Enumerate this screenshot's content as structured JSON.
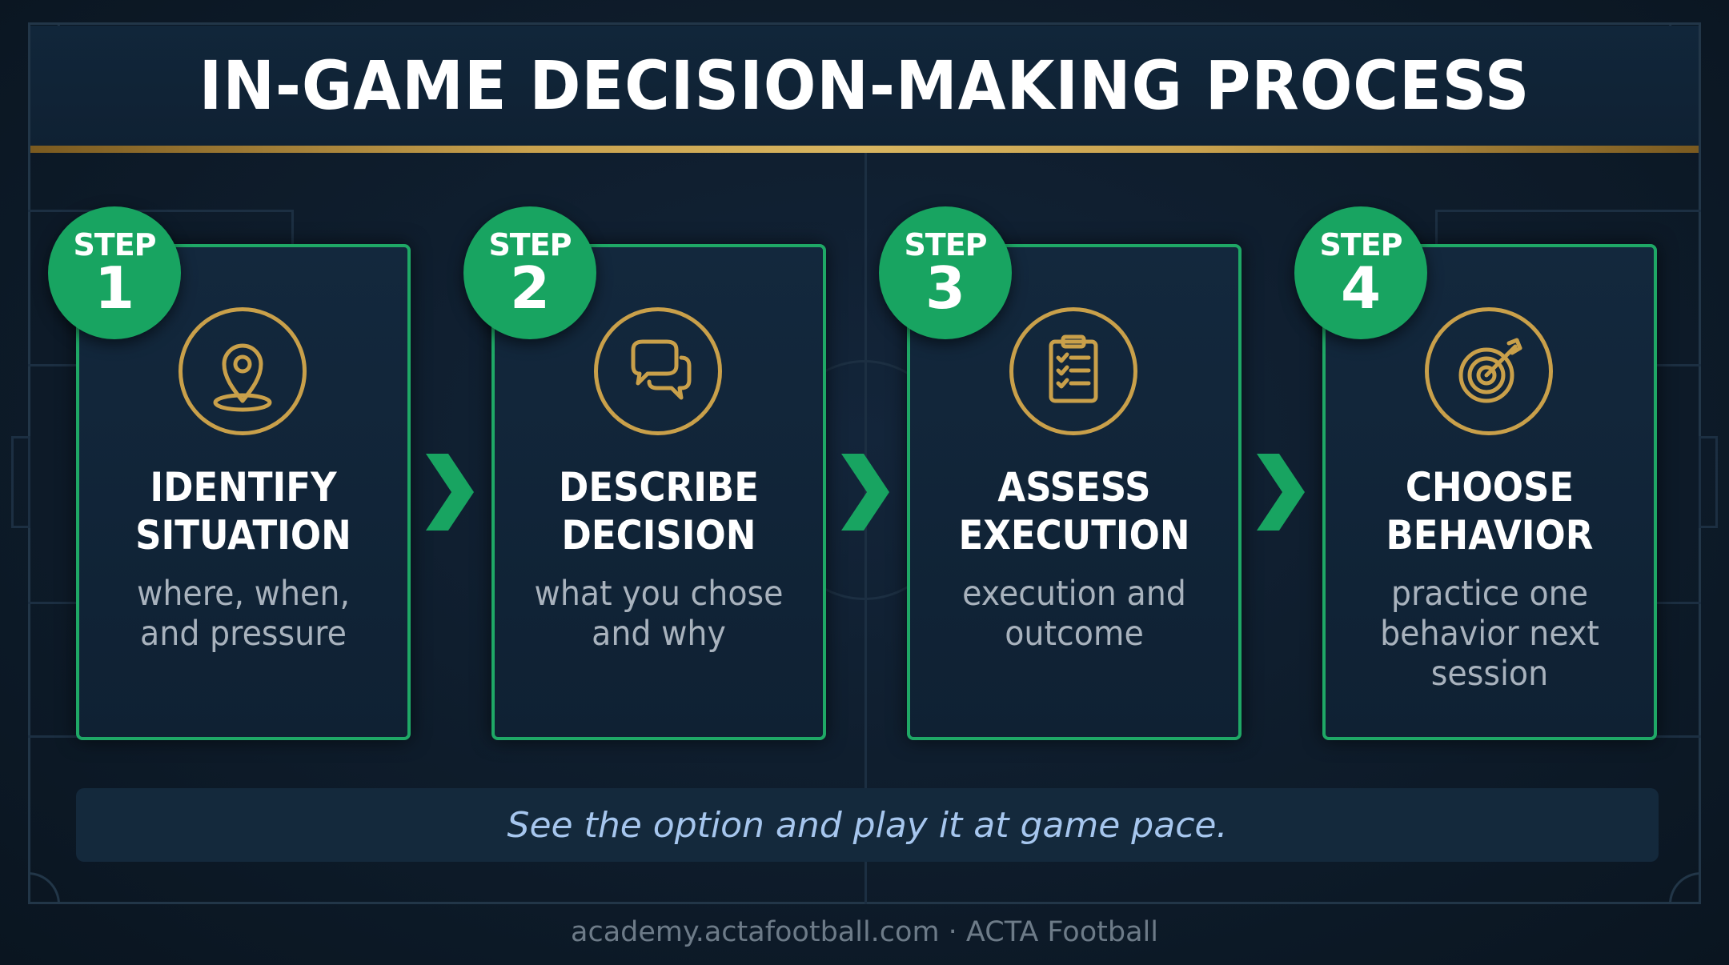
{
  "title": "IN-GAME DECISION-MAKING PROCESS",
  "steps": [
    {
      "step_label": "STEP",
      "number": "1",
      "icon": "location-pin-icon",
      "title_line1": "IDENTIFY",
      "title_line2": "SITUATION",
      "desc_line1": "where, when,",
      "desc_line2": "and pressure",
      "desc_line3": ""
    },
    {
      "step_label": "STEP",
      "number": "2",
      "icon": "speech-bubbles-icon",
      "title_line1": "DESCRIBE",
      "title_line2": "DECISION",
      "desc_line1": "what you chose",
      "desc_line2": "and why",
      "desc_line3": ""
    },
    {
      "step_label": "STEP",
      "number": "3",
      "icon": "clipboard-checklist-icon",
      "title_line1": "ASSESS",
      "title_line2": "EXECUTION",
      "desc_line1": "execution and",
      "desc_line2": "outcome",
      "desc_line3": ""
    },
    {
      "step_label": "STEP",
      "number": "4",
      "icon": "target-arrow-icon",
      "title_line1": "CHOOSE",
      "title_line2": "BEHAVIOR",
      "desc_line1": "practice one",
      "desc_line2": "behavior next",
      "desc_line3": "session"
    }
  ],
  "tagline": "See the option and play it at game pace.",
  "footer": "academy.actafootball.com · ACTA Football",
  "colors": {
    "background": "#0e1c2b",
    "accent_green": "#18a461",
    "gold": "#c9a04a",
    "title_text": "#ffffff",
    "desc_text": "#a8b2bd",
    "tagline_text": "#a6c6ee"
  }
}
